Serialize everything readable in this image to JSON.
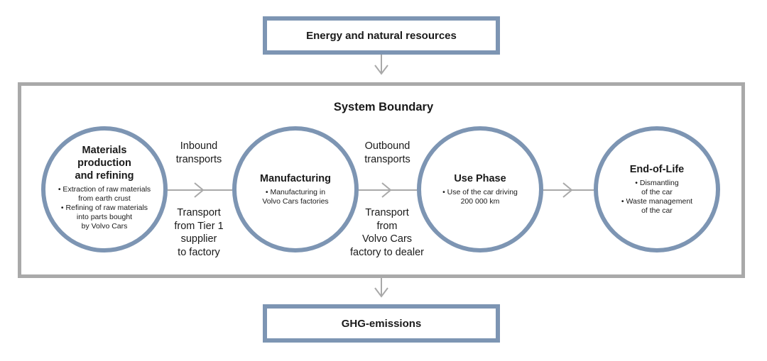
{
  "inputs_box": {
    "label": "Energy and natural resources"
  },
  "outputs_box": {
    "label": "GHG-emissions"
  },
  "boundary": {
    "title": "System Boundary"
  },
  "stages": [
    {
      "title": "Materials\nproduction\nand refining",
      "bullets": [
        "• Extraction of raw materials\nfrom earth crust",
        "• Refining of raw materials\ninto parts bought\nby Volvo Cars"
      ]
    },
    {
      "title": "Manufacturing",
      "bullets": [
        "• Manufacturing in\nVolvo Cars factories"
      ]
    },
    {
      "title": "Use Phase",
      "bullets": [
        "• Use of the car driving\n200 000 km"
      ]
    },
    {
      "title": "End-of-Life",
      "bullets": [
        "• Dismantling\nof the car",
        "• Waste management\nof the car"
      ]
    }
  ],
  "transports": {
    "inbound": "Inbound\ntransports",
    "inbound_detail": "Transport\nfrom Tier 1\nsupplier\nto factory",
    "outbound": "Outbound\ntransports",
    "outbound_detail": "Transport\nfrom\nVolvo Cars\nfactory to dealer"
  },
  "colors": {
    "stage_border": "#7d95b3",
    "boundary_border": "#a9a9a9",
    "connector": "#a9a9a9"
  }
}
